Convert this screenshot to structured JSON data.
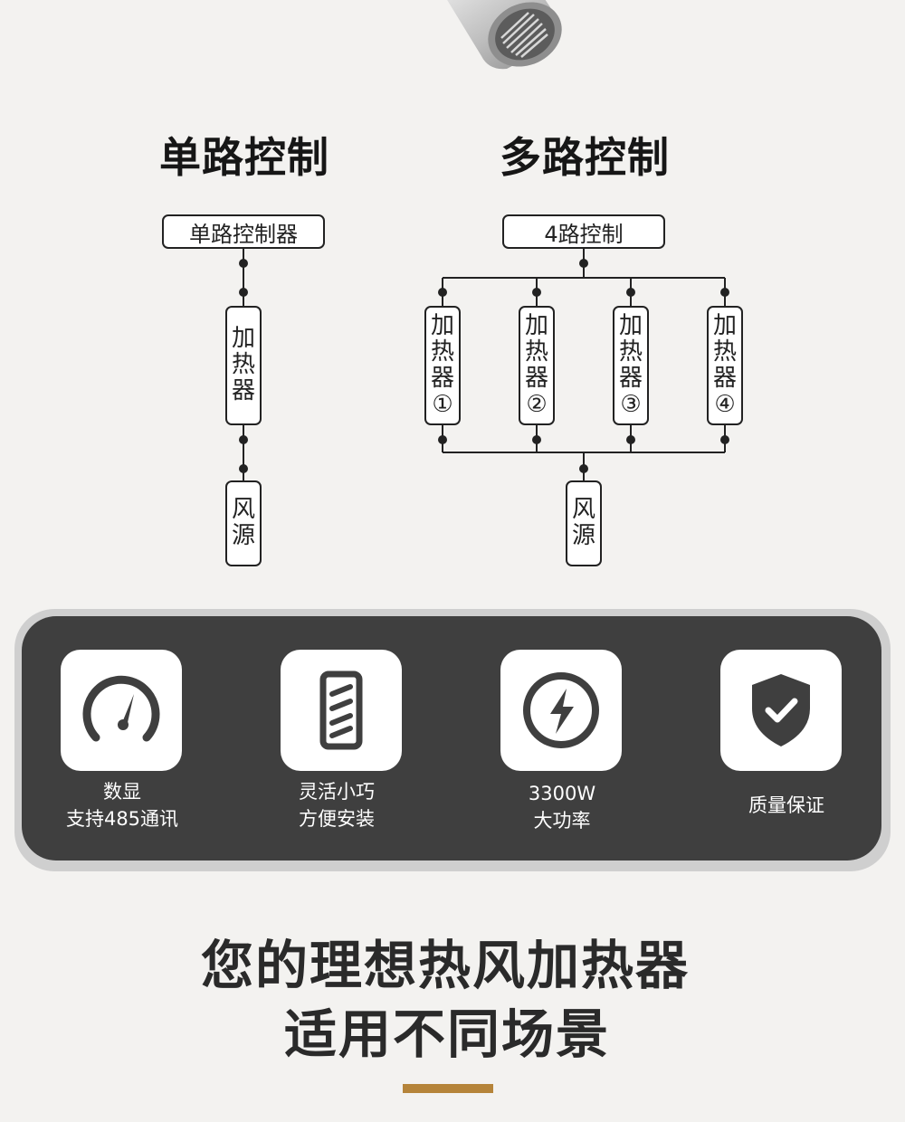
{
  "single": {
    "title": "单路控制",
    "controller": "单路控制器",
    "heater": [
      "加",
      "热",
      "器"
    ],
    "fan": [
      "风",
      "源"
    ]
  },
  "multi": {
    "title": "多路控制",
    "controller": "4路控制",
    "heaters": [
      [
        "加",
        "热",
        "器",
        "①"
      ],
      [
        "加",
        "热",
        "器",
        "②"
      ],
      [
        "加",
        "热",
        "器",
        "③"
      ],
      [
        "加",
        "热",
        "器",
        "④"
      ]
    ],
    "fan": [
      "风",
      "源"
    ]
  },
  "features": [
    {
      "icon": "gauge-icon",
      "lines": [
        "数显",
        "支持485通讯"
      ]
    },
    {
      "icon": "compact-device-icon",
      "lines": [
        "灵活小巧",
        "方便安装"
      ]
    },
    {
      "icon": "lightning-power-icon",
      "lines": [
        "3300W",
        "大功率"
      ]
    },
    {
      "icon": "shield-check-icon",
      "lines": [
        "质量保证"
      ]
    }
  ],
  "slogan": {
    "line1": "您的理想热风加热器",
    "line2": "适用不同场景"
  },
  "colors": {
    "background": "#f3f2f0",
    "panel": "#3f3f3f",
    "accent": "#b5843a",
    "line": "#222222"
  }
}
